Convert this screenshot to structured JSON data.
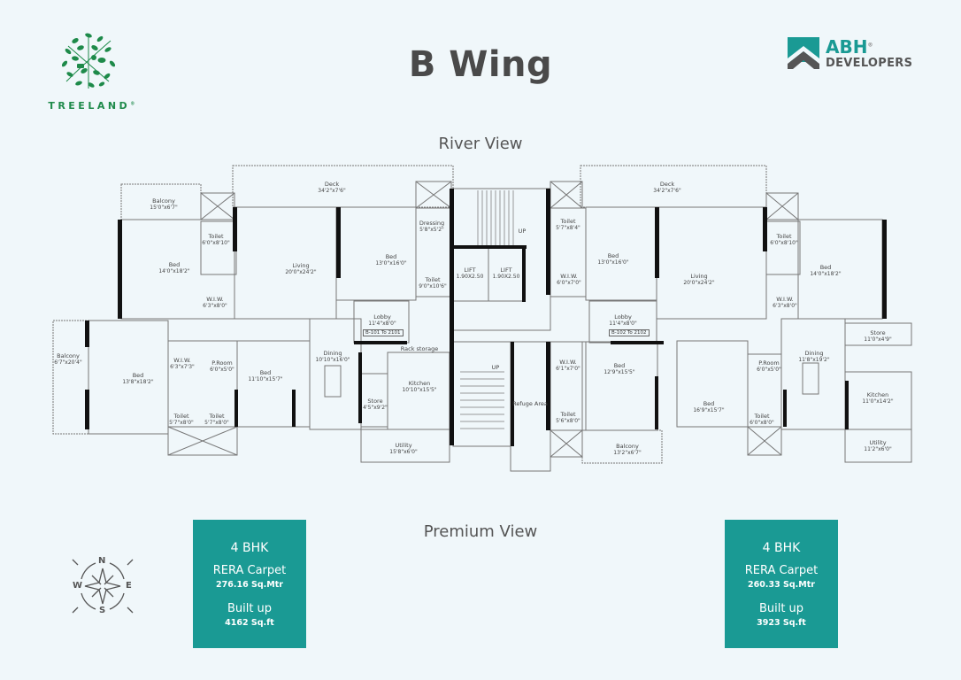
{
  "header": {
    "title": "B Wing",
    "left_logo": {
      "name": "TREELAND",
      "mark": "®",
      "icon": "tree-icon",
      "color": "#1e8a4a"
    },
    "right_logo": {
      "name": "ABH",
      "mark": "®",
      "subtitle": "DEVELOPERS",
      "icon": "roof-icon",
      "color": "#1a9a94"
    }
  },
  "views": {
    "top": "River View",
    "bottom": "Premium View"
  },
  "compass": {
    "n": "N",
    "s": "S",
    "e": "E",
    "w": "W"
  },
  "cards": [
    {
      "bhk": "4 BHK",
      "carpet_label": "RERA Carpet",
      "carpet_value": "276.16 Sq.Mtr",
      "builtup_label": "Built up",
      "builtup_value": "4162 Sq.ft"
    },
    {
      "bhk": "4 BHK",
      "carpet_label": "RERA Carpet",
      "carpet_value": "260.33 Sq.Mtr",
      "builtup_label": "Built up",
      "builtup_value": "3923 Sq.ft"
    }
  ],
  "floorplan": {
    "flat_tags": [
      "B-101 To 2101",
      "B-102 To 2102"
    ],
    "left_unit": [
      {
        "name": "Balcony",
        "size": "15'0\"x6'7\""
      },
      {
        "name": "Toilet",
        "size": "6'0\"x8'10\""
      },
      {
        "name": "Bed",
        "size": "14'0\"x18'2\""
      },
      {
        "name": "W.I.W.",
        "size": "6'3\"x8'0\""
      },
      {
        "name": "Deck",
        "size": "34'2\"x7'6\""
      },
      {
        "name": "Living",
        "size": "20'0\"x24'2\""
      },
      {
        "name": "Bed",
        "size": "13'0\"x16'0\""
      },
      {
        "name": "Dressing",
        "size": "5'8\"x5'2\""
      },
      {
        "name": "Toilet",
        "size": "9'0\"x10'6\""
      },
      {
        "name": "Lobby",
        "size": "11'4\"x8'0\""
      },
      {
        "name": "Rack storage",
        "size": ""
      },
      {
        "name": "Balcony",
        "size": "6'7\"x20'4\""
      },
      {
        "name": "Bed",
        "size": "13'8\"x18'2\""
      },
      {
        "name": "W.I.W.",
        "size": "6'3\"x7'3\""
      },
      {
        "name": "P.Room",
        "size": "6'0\"x5'0\""
      },
      {
        "name": "Toilet",
        "size": "5'7\"x8'0\""
      },
      {
        "name": "Toilet",
        "size": "5'7\"x8'0\""
      },
      {
        "name": "Bed",
        "size": "11'10\"x15'7\""
      },
      {
        "name": "Dining",
        "size": "10'10\"x16'0\""
      },
      {
        "name": "Store",
        "size": "4'5\"x9'2\""
      },
      {
        "name": "Kitchen",
        "size": "10'10\"x15'5\""
      },
      {
        "name": "Utility",
        "size": "15'8\"x6'0\""
      }
    ],
    "core": [
      {
        "name": "LIFT",
        "size": "1.90X2.50"
      },
      {
        "name": "LIFT",
        "size": "1.90X2.50"
      },
      {
        "name": "UP",
        "size": ""
      },
      {
        "name": "UP",
        "size": ""
      },
      {
        "name": "Refuge Area",
        "size": ""
      }
    ],
    "right_unit": [
      {
        "name": "Toilet",
        "size": "5'7\"x8'4\""
      },
      {
        "name": "W.I.W.",
        "size": "6'0\"x7'0\""
      },
      {
        "name": "Bed",
        "size": "13'0\"x16'0\""
      },
      {
        "name": "Deck",
        "size": "34'2\"x7'6\""
      },
      {
        "name": "Living",
        "size": "20'0\"x24'2\""
      },
      {
        "name": "Toilet",
        "size": "6'0\"x8'10\""
      },
      {
        "name": "Bed",
        "size": "14'0\"x18'2\""
      },
      {
        "name": "W.I.W.",
        "size": "6'3\"x8'0\""
      },
      {
        "name": "Lobby",
        "size": "11'4\"x8'0\""
      },
      {
        "name": "W.I.W.",
        "size": "6'1\"x7'0\""
      },
      {
        "name": "Bed",
        "size": "12'9\"x15'5\""
      },
      {
        "name": "Toilet",
        "size": "5'6\"x8'0\""
      },
      {
        "name": "Balcony",
        "size": "13'2\"x6'7\""
      },
      {
        "name": "Bed",
        "size": "16'9\"x15'7\""
      },
      {
        "name": "P.Room",
        "size": "6'0\"x5'0\""
      },
      {
        "name": "Toilet",
        "size": "6'0\"x8'0\""
      },
      {
        "name": "Dining",
        "size": "11'8\"x19'2\""
      },
      {
        "name": "Store",
        "size": "11'0\"x4'9\""
      },
      {
        "name": "Kitchen",
        "size": "11'0\"x14'2\""
      },
      {
        "name": "Utility",
        "size": "11'2\"x6'0\""
      }
    ]
  }
}
